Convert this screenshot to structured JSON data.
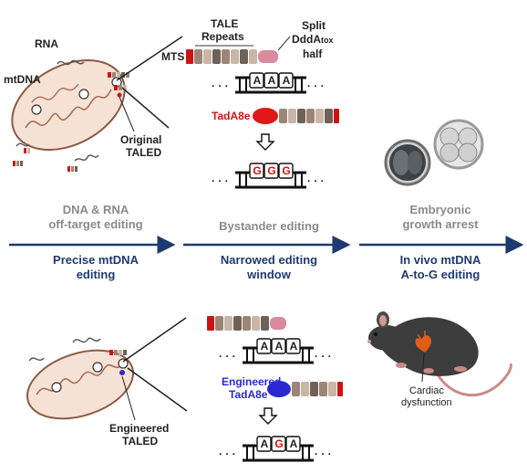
{
  "labels": {
    "rna": "RNA",
    "mtdna": "mtDNA",
    "original_taled_1": "Original",
    "original_taled_2": "TALED",
    "tale_repeats_1": "TALE",
    "tale_repeats_2": "Repeats",
    "split_1": "Split",
    "split_2a": "DddA",
    "split_2b": "tox",
    "split_3": "half",
    "mts": "MTS",
    "tada8e": "TadA8e",
    "engineered_tada_1": "Engineered",
    "engineered_tada_2": "TadA8e",
    "engineered_taled_1": "Engineered",
    "engineered_taled_2": "TALED",
    "cardiac_1": "Cardiac",
    "cardiac_2": "dysfunction",
    "ellipsis": "· · ·"
  },
  "problems": [
    {
      "line1": "DNA & RNA",
      "line2": "off-target editing"
    },
    {
      "line1": "Bystander editing",
      "line2": ""
    },
    {
      "line1": "Embryonic",
      "line2": "growth arrest"
    }
  ],
  "improvements": [
    {
      "line1": "Precise mtDNA",
      "line2": "editing"
    },
    {
      "line1": "Narrowed editing",
      "line2": "window"
    },
    {
      "line1": "In vivo mtDNA",
      "line2": "A-to-G editing"
    }
  ],
  "bases": {
    "top_before": [
      "A",
      "A",
      "A"
    ],
    "top_after": [
      "G",
      "G",
      "G"
    ],
    "bottom_before": [
      "A",
      "A",
      "A"
    ],
    "bottom_after": [
      "A",
      "G",
      "A"
    ]
  },
  "colors": {
    "arrow": "#1f3a6e",
    "red": "#cc1414",
    "blue": "#2a2ad0",
    "mito_fill": "#f6e2d4",
    "mito_stroke": "#8a5a44",
    "repeat_1": "#9c8577",
    "repeat_2": "#c9b6a6",
    "repeat_3": "#6e6258",
    "split_dd": "#d98a9e"
  }
}
